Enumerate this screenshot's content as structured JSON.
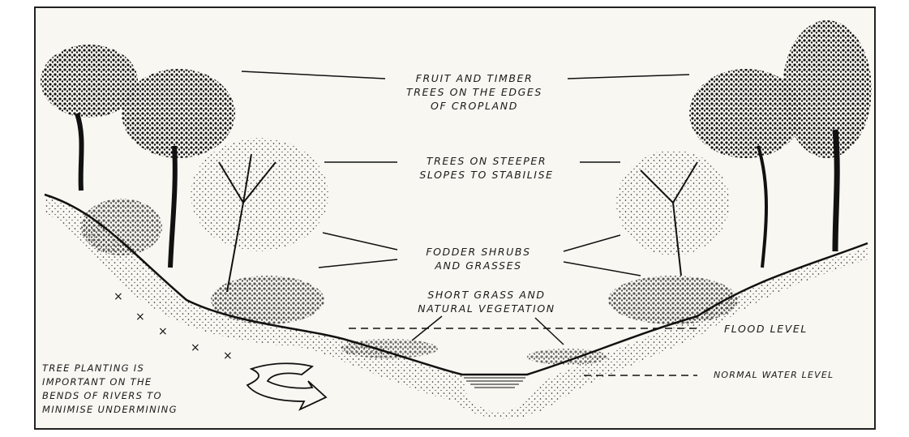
{
  "labels": {
    "fruit_timber": [
      "FRUIT AND TIMBER",
      "TREES ON THE EDGES",
      "OF CROPLAND"
    ],
    "steeper_slopes": [
      "TREES ON STEEPER",
      "SLOPES TO STABILISE"
    ],
    "fodder": [
      "FODDER SHRUBS",
      "AND GRASSES"
    ],
    "short_grass": [
      "SHORT GRASS AND",
      "NATURAL VEGETATION"
    ],
    "flood_level": "FLOOD LEVEL",
    "normal_water_level": "NORMAL WATER LEVEL",
    "tree_planting": [
      "TREE PLANTING IS",
      "IMPORTANT ON THE",
      "BENDS OF RIVERS TO",
      "MINIMISE UNDERMINING"
    ]
  },
  "colors": {
    "ink": "#1a1a1a",
    "paper": "#f8f7f1"
  }
}
